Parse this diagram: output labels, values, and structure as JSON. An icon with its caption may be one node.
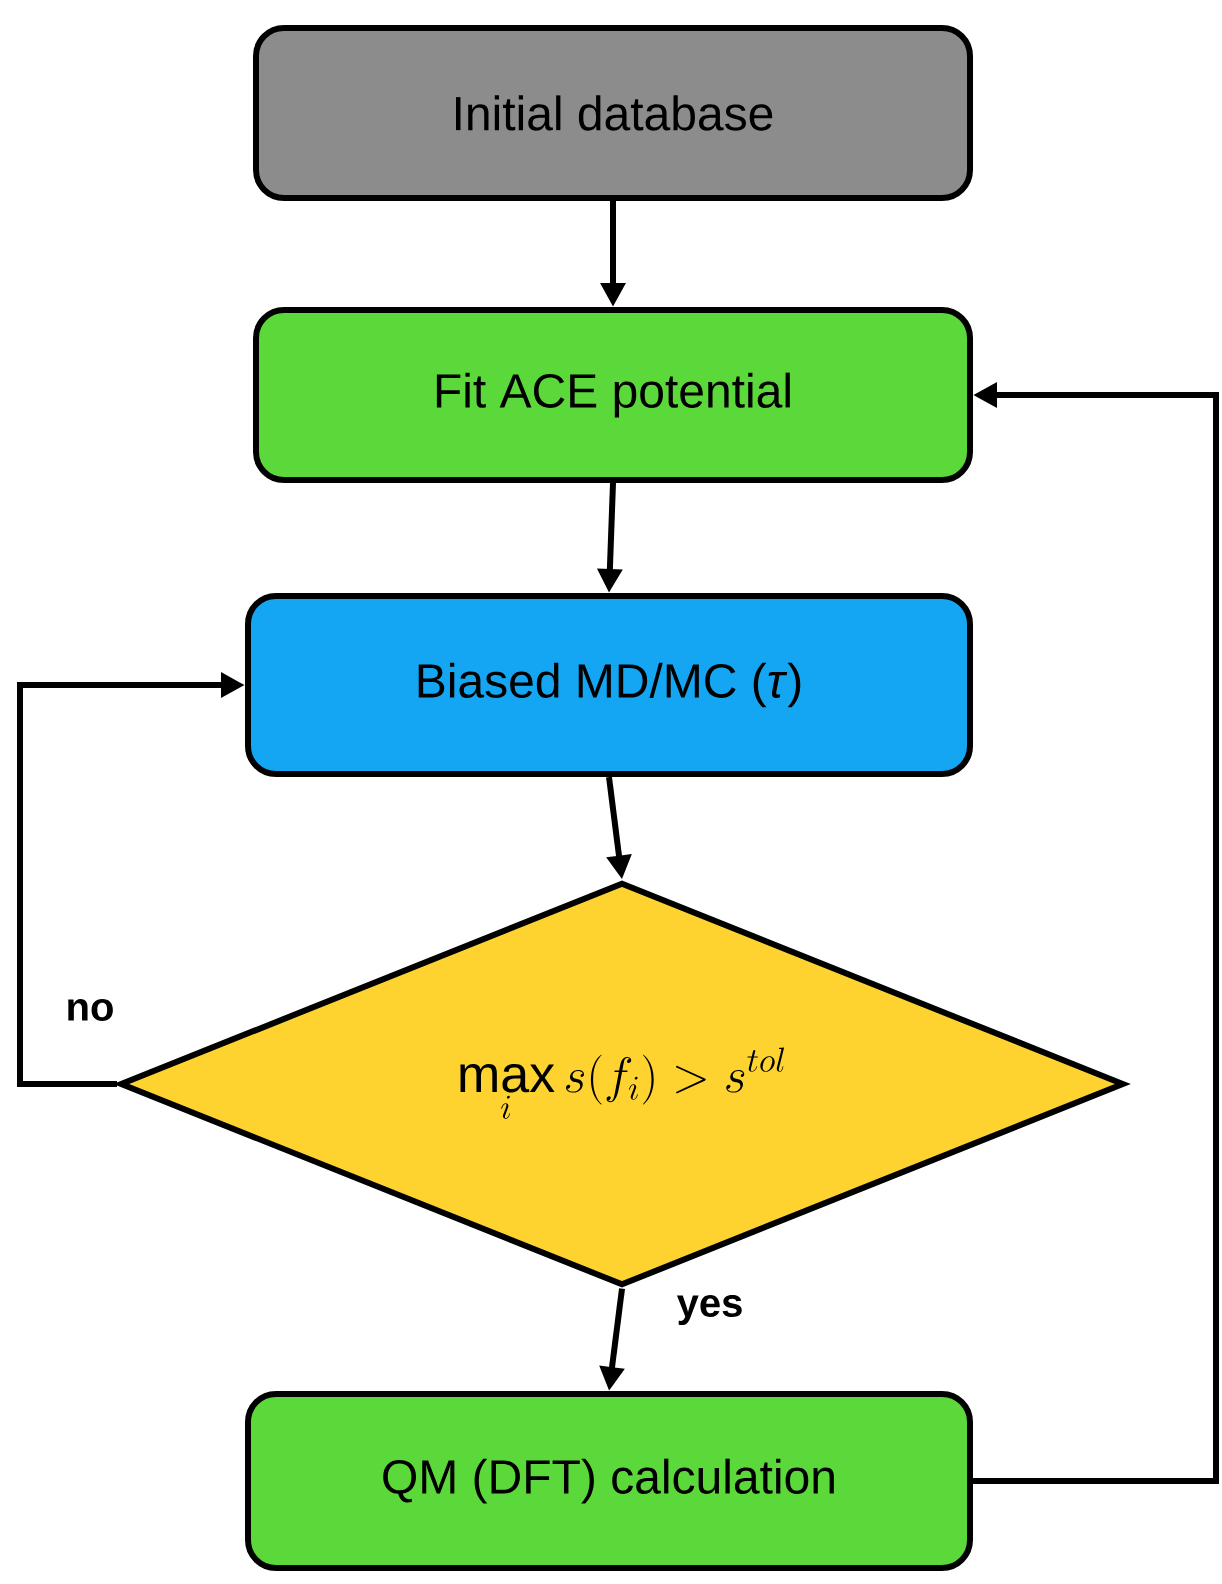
{
  "diagram": {
    "nodes": [
      {
        "text": [
          "Initial database"
        ]
      },
      {
        "text": [
          "Fit ACE potential"
        ]
      },
      {
        "text": [
          "Biased MD/MC (*τ*)"
        ]
      },
      {
        "text": [
          "\\max_i s(f_i) > s^{tol}"
        ]
      },
      {
        "text": [
          "QM (DFT) calculation"
        ]
      }
    ],
    "edges": [
      {
        "from": 0,
        "to": 1,
        "arrow": "to"
      },
      {
        "from": 1,
        "to": 2,
        "arrow": "to"
      },
      {
        "from": 2,
        "to": 3,
        "arrow": "to"
      },
      {
        "from": 3,
        "to": 4,
        "arrow": "to",
        "label": "yes"
      },
      {
        "from": 3,
        "to": 2,
        "arrow": "to",
        "label": "no"
      },
      {
        "from": 4,
        "to": 1,
        "arrow": "to"
      }
    ]
  }
}
